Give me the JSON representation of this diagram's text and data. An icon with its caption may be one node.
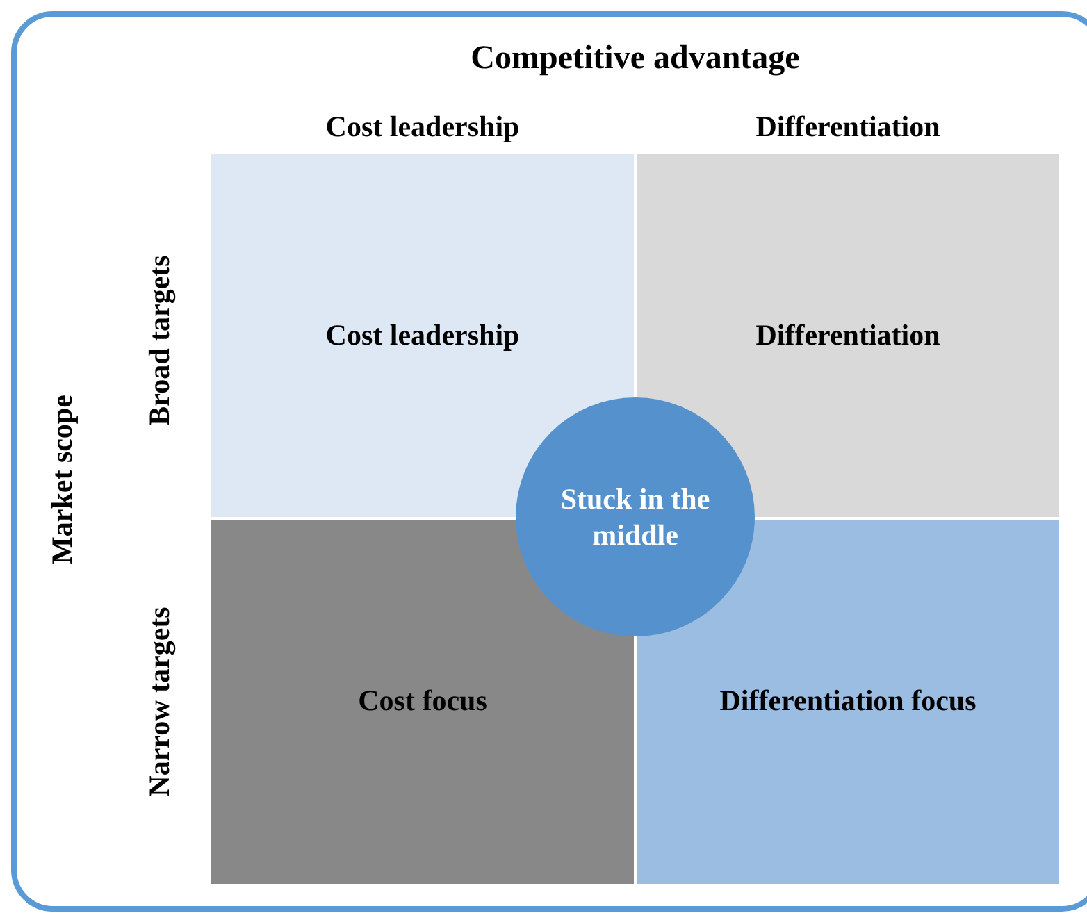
{
  "diagram": {
    "title": "Competitive advantage",
    "nodes": [
      {
        "text": [
          "Cost leadership"
        ]
      },
      {
        "text": [
          "Differentiation"
        ]
      },
      {
        "text": [
          "Cost focus"
        ]
      },
      {
        "text": [
          "Differentiation focus"
        ]
      },
      {
        "text": [
          "Stuck in the middle"
        ]
      }
    ],
    "labels": [
      "Cost leadership",
      "Differentiation",
      "Market scope",
      "Broad targets",
      "Narrow targets"
    ]
  }
}
